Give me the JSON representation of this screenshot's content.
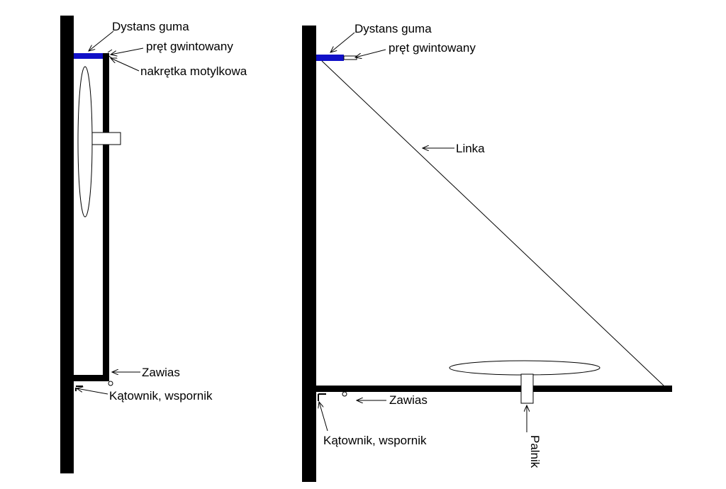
{
  "colors": {
    "structure": "#000000",
    "spacer": "#1010c8",
    "background": "#ffffff"
  },
  "left_view": {
    "spacer_label": "Dystans guma",
    "rod_label": "pręt gwintowany",
    "wingnut_label": "nakrętka motylkowa",
    "hinge_label": "Zawias",
    "bracket_label": "Kątownik, wspornik"
  },
  "right_view": {
    "spacer_label": "Dystans guma",
    "rod_label": "pręt gwintowany",
    "cable_label": "Linka",
    "hinge_label": "Zawias",
    "bracket_label": "Kątownik, wspornik",
    "burner_label": "Palnik"
  }
}
